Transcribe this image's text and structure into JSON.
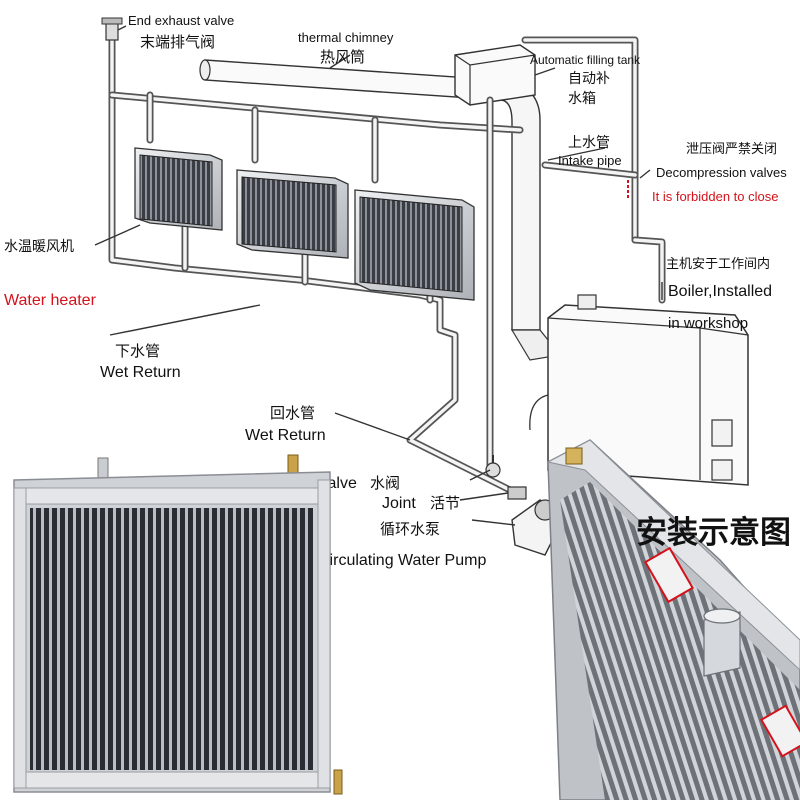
{
  "labels": {
    "end_exhaust_valve_en": "End exhaust valve",
    "end_exhaust_valve_cn": "末端排气阀",
    "thermal_chimney_en": "thermal chimney",
    "thermal_chimney_cn": "热风筒",
    "filling_tank_en": "Automatic filling tank",
    "filling_tank_cn_1": "自动补",
    "filling_tank_cn_2": "水箱",
    "intake_pipe_cn": "上水管",
    "intake_pipe_en": "Intake pipe",
    "decompression_cn": "泄压阀严禁关闭",
    "decompression_en": "Decompression valves",
    "forbidden_en": "It is forbidden to close",
    "water_heater_cn": "水温暖风机",
    "water_heater_en": "Water heater",
    "boiler_cn": "主机安于工作间内",
    "boiler_en_1": "Boiler,Installed",
    "boiler_en_2": "in workshop",
    "wet_return_1_cn": "下水管",
    "wet_return_1_en": "Wet Return",
    "wet_return_2_cn": "回水管",
    "wet_return_2_en": "Wet Return",
    "valve_cn": "水阀",
    "valve_en": "Valve",
    "joint_en": "Joint",
    "joint_cn": "活节",
    "pump_cn": "循环水泵",
    "pump_en": "Circulating Water Pump",
    "install_diagram_cn": "安装示意图"
  },
  "colors": {
    "accent_red": "#d3121b",
    "pipe": "#555555",
    "fin_dark": "#2e3138",
    "frame_light": "#d9dbde"
  }
}
